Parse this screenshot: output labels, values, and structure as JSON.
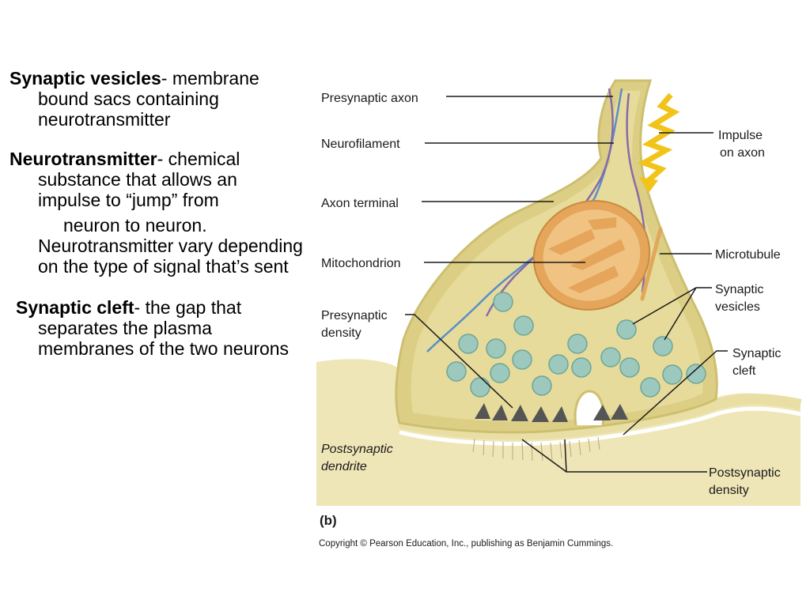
{
  "definitions": [
    {
      "term": "Synaptic vesicles",
      "text": "- membrane bound sacs containing neurotransmitter"
    },
    {
      "term": "Neurotransmitter",
      "text": "- chemical substance that allows an impulse to “jump” from"
    },
    {
      "continuation": "neuron to neuron."
    },
    {
      "continuation": "Neurotransmitter vary depending on the type of signal that’s sent"
    },
    {
      "term": "Synaptic cleft",
      "text": "- the gap that separates the plasma membranes of the two neurons"
    }
  ],
  "figure": {
    "labels": {
      "presynaptic_axon": "Presynaptic axon",
      "neurofilament": "Neurofilament",
      "axon_terminal": "Axon terminal",
      "mitochondrion": "Mitochondrion",
      "presynaptic_density_1": "Presynaptic",
      "presynaptic_density_2": "density",
      "postsynaptic_dendrite_1": "Postsynaptic",
      "postsynaptic_dendrite_2": "dendrite",
      "impulse_1": "Impulse",
      "impulse_2": "on axon",
      "microtubule": "Microtubule",
      "synaptic_vesicles_1": "Synaptic",
      "synaptic_vesicles_2": "vesicles",
      "synaptic_cleft_1": "Synaptic",
      "synaptic_cleft_2": "cleft",
      "postsynaptic_density_1": "Postsynaptic",
      "postsynaptic_density_2": "density"
    },
    "panel": "(b)",
    "copyright": "Copyright © Pearson Education, Inc., publishing as Benjamin Cummings."
  },
  "colors": {
    "terminal_fill": "#dccf85",
    "terminal_edge": "#c9b96a",
    "mitochondrion": "#e5a55a",
    "vesicle": "#9cc8bd",
    "impulse": "#f2c318",
    "filament_blue": "#5b8ec9",
    "filament_purple": "#8a6aa8",
    "dendrite": "#efe6b8"
  }
}
